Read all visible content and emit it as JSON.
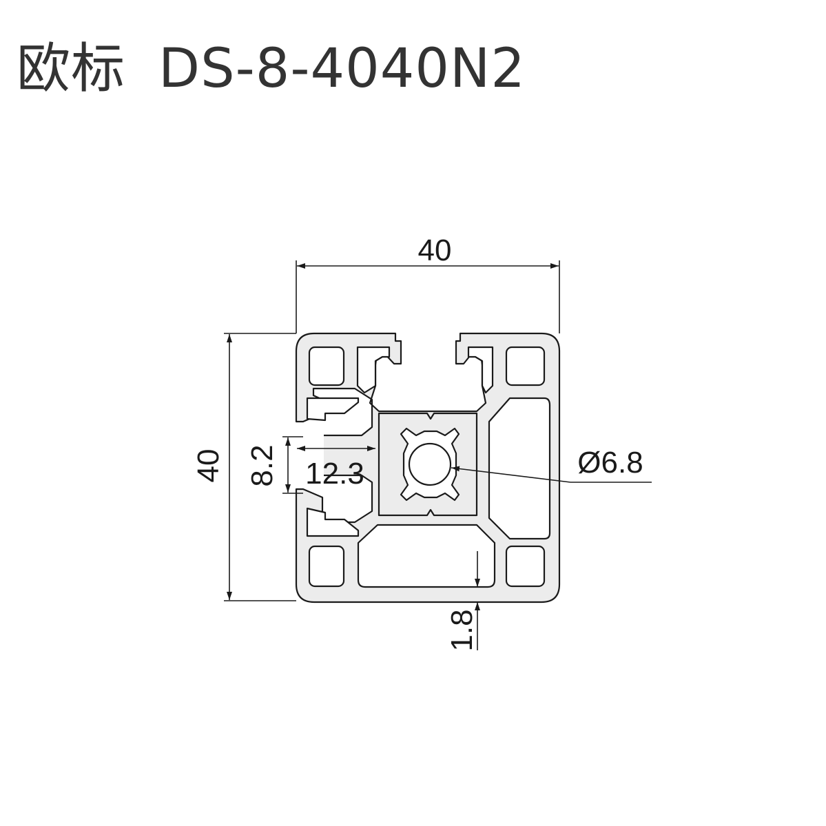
{
  "header": {
    "standard": "欧标",
    "model": "DS-8-4040N2"
  },
  "dimensions": {
    "width": "40",
    "height": "40",
    "slot_opening": "8.2",
    "slot_depth": "12.3",
    "center_hole": "Ø6.8",
    "wall_thickness": "1.8"
  },
  "colors": {
    "profile_fill": "#ececec",
    "line": "#1a1a1a",
    "title": "#333333"
  }
}
